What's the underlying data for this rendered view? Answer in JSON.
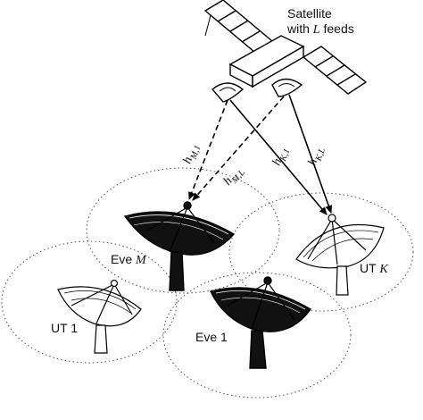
{
  "satellite": {
    "title_line1": "Satellite",
    "title_line2_prefix": "with ",
    "title_line2_var": "L",
    "title_line2_suffix": " feeds"
  },
  "links": {
    "hM1": {
      "base": "h",
      "sub": "M,1"
    },
    "hML": {
      "base": "h",
      "sub": "M,L"
    },
    "hK1": {
      "base": "h",
      "sub": "K,1"
    },
    "hKL": {
      "base": "h",
      "sub": "K,L"
    }
  },
  "terminals": {
    "eve_m": {
      "prefix": "Eve ",
      "var": "M"
    },
    "ut_k": {
      "prefix": "UT ",
      "var": "K"
    },
    "ut_1": {
      "label": "UT 1"
    },
    "eve_1": {
      "label": "Eve 1"
    }
  }
}
